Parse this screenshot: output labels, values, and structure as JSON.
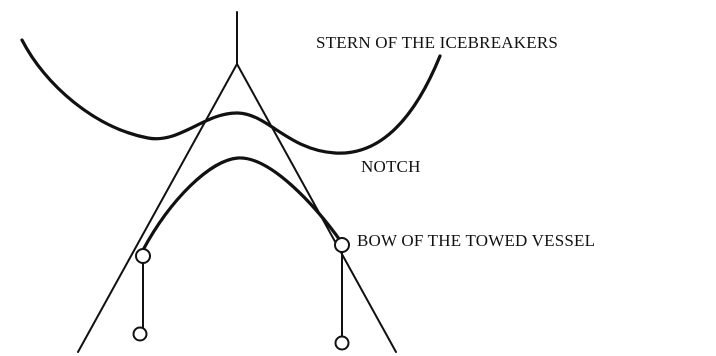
{
  "labels": {
    "stern": "STERN OF THE ICEBREAKERS",
    "notch": "NOTCH",
    "bow": "BOW OF THE TOWED VESSEL"
  },
  "colors": {
    "stroke": "#111111",
    "background": "#ffffff"
  }
}
